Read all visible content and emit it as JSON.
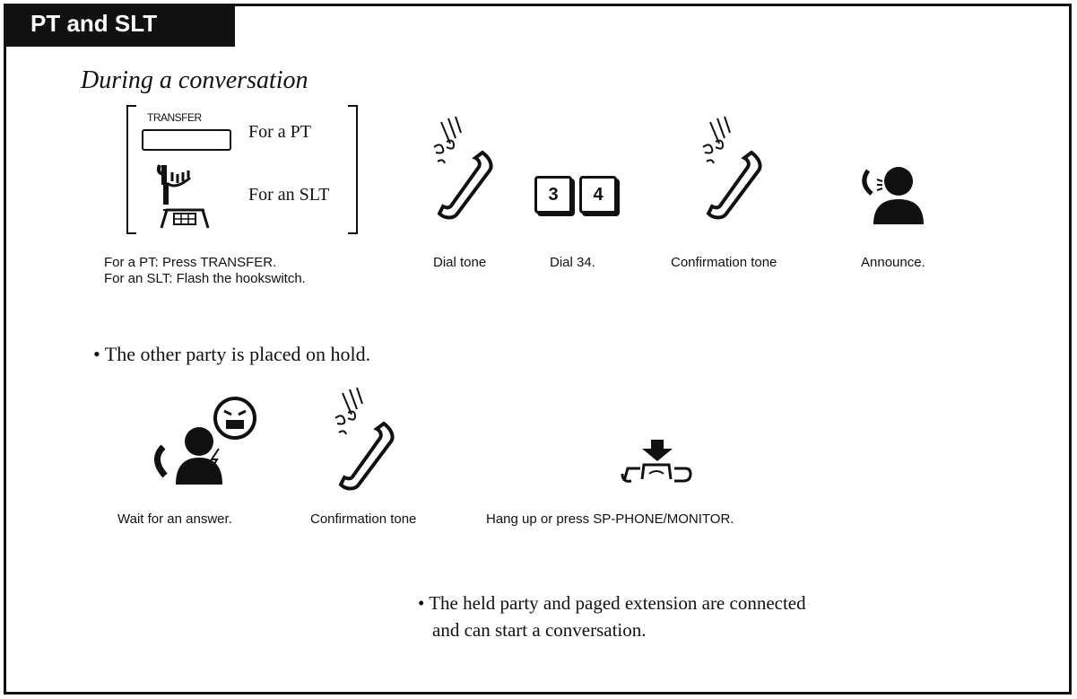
{
  "header": {
    "title": "PT and SLT"
  },
  "section": {
    "subtitle": "During a conversation"
  },
  "bracket": {
    "transfer_key": "TRANSFER",
    "pt_label": "For a PT",
    "slt_label": "For an SLT"
  },
  "keys": [
    "3",
    "4"
  ],
  "step1": {
    "line1": "For a PT: Press TRANSFER.",
    "line2": "For an SLT: Flash the hookswitch.",
    "dial_tone": "Dial tone",
    "dial_34": "Dial 34.",
    "confirmation_tone": "Confirmation tone",
    "announce": "Announce."
  },
  "note1": "• The other party is placed on hold.",
  "step2": {
    "wait": "Wait for an answer.",
    "confirmation_tone": "Confirmation tone",
    "hang_up": "Hang up or press SP-PHONE/MONITOR."
  },
  "note2": {
    "line1": "• The held party and paged extension are connected",
    "line2": "and can start a conversation."
  },
  "icons": [
    "handset-icon",
    "hookswitch-icon",
    "person-announce-icon",
    "person-waiting-icon",
    "hang-up-icon"
  ]
}
